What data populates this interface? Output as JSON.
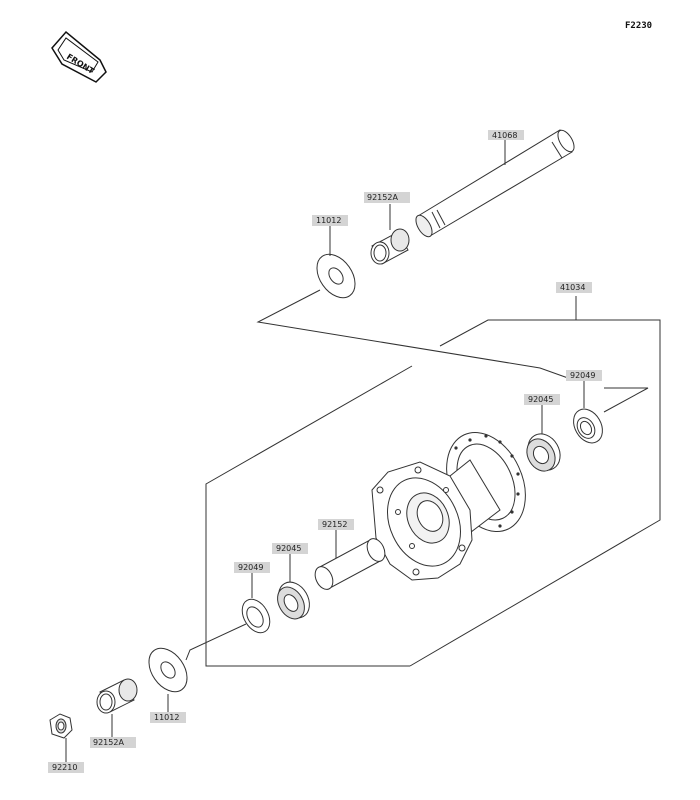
{
  "diagram_code": "F2230",
  "front_label": "FRONT",
  "parts": {
    "axle": "41068",
    "collar_top": "92152A",
    "washer_top": "11012",
    "hub": "41034",
    "seal_right": "92049",
    "bearing_right": "92045",
    "spacer": "92152",
    "bearing_left": "92045",
    "seal_left": "92049",
    "washer_bottom": "11012",
    "collar_bottom": "92152A",
    "nut": "92210"
  }
}
